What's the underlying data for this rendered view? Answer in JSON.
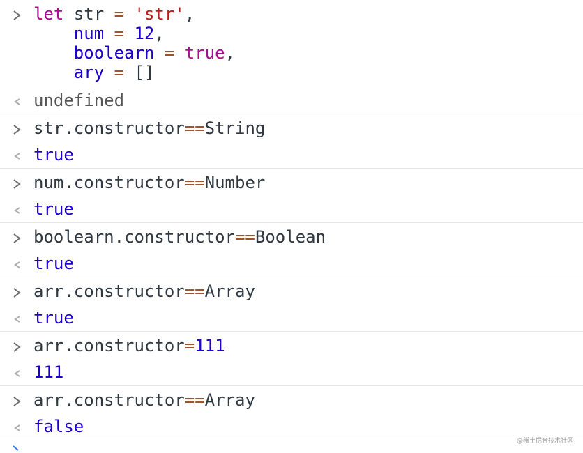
{
  "console": {
    "input_1": {
      "line1": {
        "kw": "let",
        "name": "str",
        "eq": "=",
        "value": "'str'",
        "comma": ","
      },
      "line2": {
        "name": "num",
        "eq": "=",
        "value": "12",
        "comma": ","
      },
      "line3": {
        "name": "boolearn",
        "eq": "=",
        "value": "true",
        "comma": ","
      },
      "line4": {
        "name": "ary",
        "eq": "=",
        "value": "[]"
      }
    },
    "output_1": "undefined",
    "entries": [
      {
        "left": "str.constructor",
        "op": "==",
        "right": "String",
        "output": "true"
      },
      {
        "left": "num.constructor",
        "op": "==",
        "right": "Number",
        "output": "true"
      },
      {
        "left": "boolearn.constructor",
        "op": "==",
        "right": "Boolean",
        "output": "true"
      },
      {
        "left": "arr.constructor",
        "op": "==",
        "right": "Array",
        "output": "true"
      },
      {
        "left": "arr.constructor",
        "op": "=",
        "right": "111",
        "output": "111"
      },
      {
        "left": "arr.constructor",
        "op": "==",
        "right": "Array",
        "output": "false"
      }
    ]
  },
  "watermark": "@稀土掘金技术社区",
  "icons": {
    "input_prompt": "chevron-right-icon",
    "output_prompt": "chevron-left-icon"
  },
  "colors": {
    "keyword": "#aa0d91",
    "string": "#c41a16",
    "number": "#1c00cf",
    "operator": "#a0522d",
    "text": "#303942"
  }
}
